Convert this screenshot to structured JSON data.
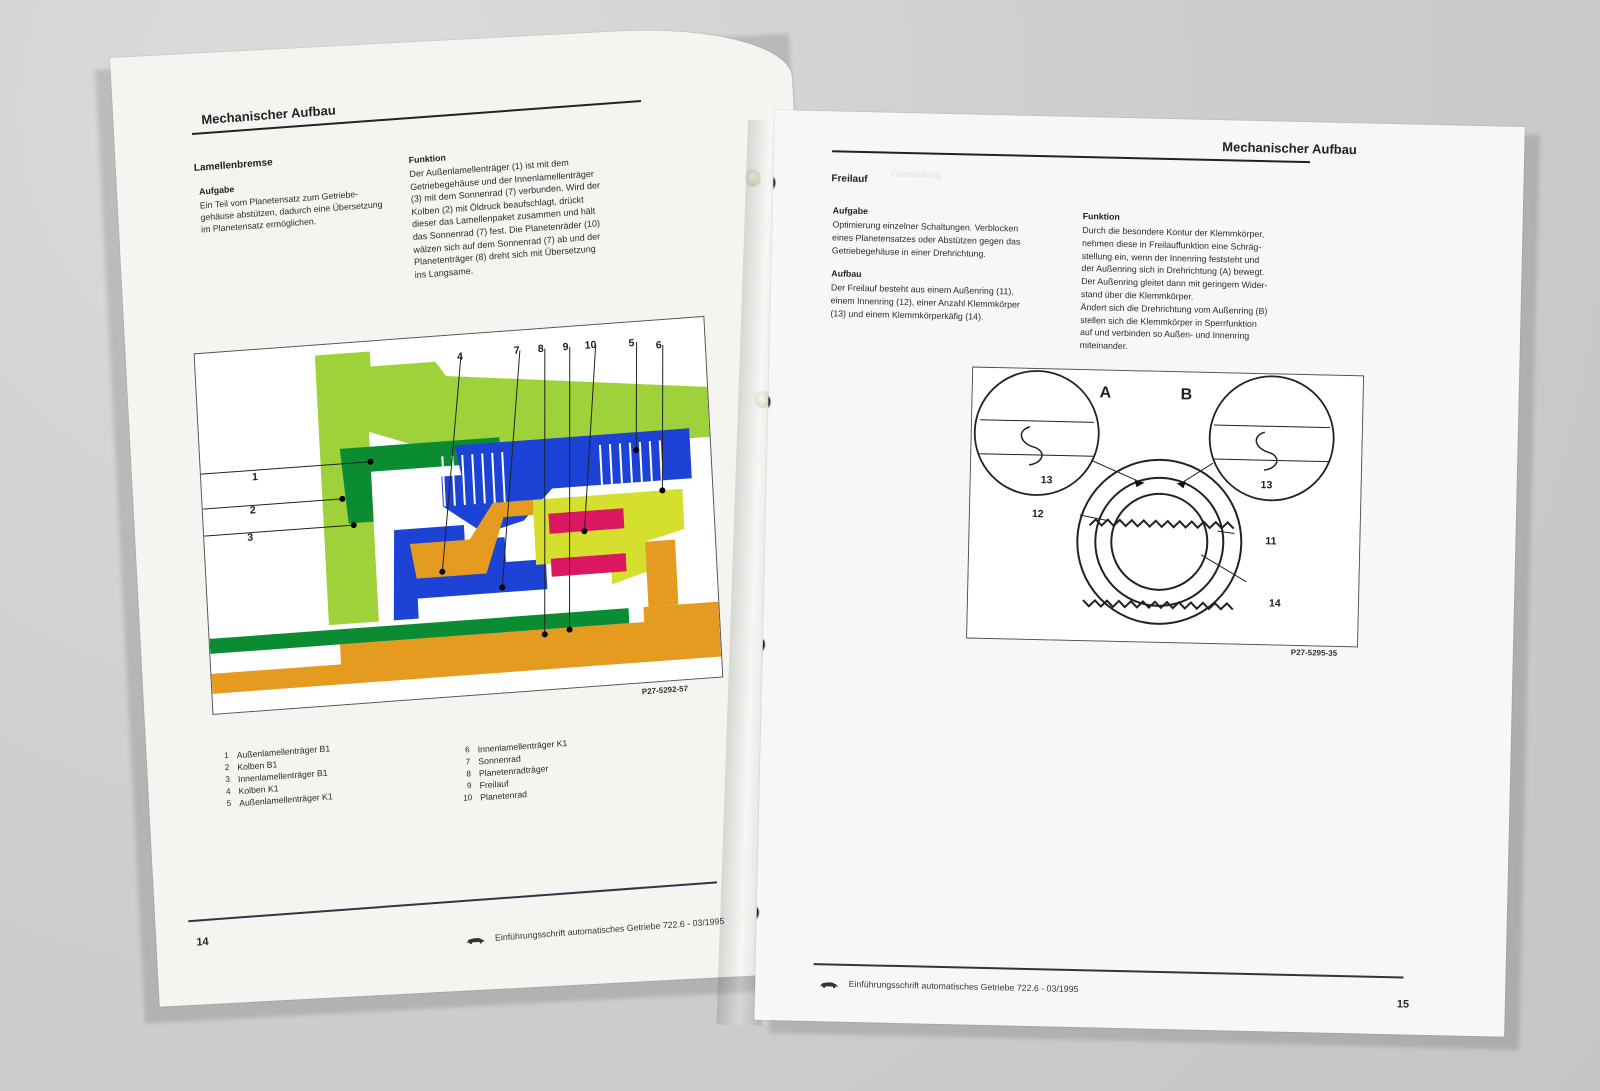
{
  "left_page": {
    "header": "Mechanischer Aufbau",
    "section_title": "Lamellenbremse",
    "aufgabe_title": "Aufgabe",
    "aufgabe_text": "Ein Teil vom Planetensatz zum Getriebe-\ngehäuse abstützen, dadurch eine Übersetzung\nim Planetensatz ermöglichen.",
    "funktion_title": "Funktion",
    "funktion_text": "Der Außenlamellenträger (1) ist mit dem\nGetriebegehäuse und der Innenlamellenträger\n(3) mit dem Sonnenrad (7) verbunden. Wird der\nKolben (2) mit Öldruck beaufschlagt, drückt\ndieser das Lamellenpaket zusammen und hält\ndas Sonnenrad (7) fest. Die Planetenräder (10)\nwälzen sich auf dem Sonnenrad (7) ab und der\nPlanetenträger (8) dreht sich mit Übersetzung\nins Langsame.",
    "diagram_code": "P27-5292-57",
    "diagram_labels": [
      "1",
      "2",
      "3",
      "4",
      "7",
      "8",
      "9",
      "10",
      "5",
      "6"
    ],
    "legend_left": [
      {
        "num": "1",
        "text": "Außenlamellenträger B1"
      },
      {
        "num": "2",
        "text": "Kolben B1"
      },
      {
        "num": "3",
        "text": "Innenlamellenträger B1"
      },
      {
        "num": "4",
        "text": "Kolben K1"
      },
      {
        "num": "5",
        "text": "Außenlamellenträger K1"
      }
    ],
    "legend_right": [
      {
        "num": "6",
        "text": "Innenlamellenträger K1"
      },
      {
        "num": "7",
        "text": "Sonnenrad"
      },
      {
        "num": "8",
        "text": "Planetenradträger"
      },
      {
        "num": "9",
        "text": "Freilauf"
      },
      {
        "num": "10",
        "text": "Planetenrad"
      }
    ],
    "page_number": "14",
    "footer": "Einführungsschrift automatisches Getriebe 722.6 - 03/1995",
    "colors": {
      "green_light": "#9fd13a",
      "green_dark": "#0c8c32",
      "blue": "#1d43d6",
      "orange": "#e59b1f",
      "yellow": "#d5df2e",
      "magenta": "#dc1761"
    }
  },
  "right_page": {
    "header": "Mechanischer Aufbau",
    "section_title": "Freilauf",
    "aufgabe_title": "Aufgabe",
    "aufgabe_text": "Optimierung einzelner Schaltungen. Verblocken\neines Planetensatzes oder Abstützen gegen das\nGetriebegehäuse in einer Drehrichtung.",
    "aufbau_title": "Aufbau",
    "aufbau_text": "Der Freilauf besteht aus einem Außenring (11),\neinem Innenring (12), einer Anzahl Klemmkörper\n(13) und einem Klemmkörperkäfig (14).",
    "funktion_title": "Funktion",
    "funktion_text": "Durch die besondere Kontur der Klemmkörper,\nnehmen diese in Freilauffunktion eine Schräg-\nstellung ein, wenn der Innenring feststeht und\nder Außenring sich in Drehrichtung (A) bewegt.\nDer Außenring gleitet dann mit geringem Wider-\nstand über die Klemmkörper.\nÄndert sich die Drehrichtung vom Außenring (B)\nstellen sich die Klemmkörper in Sperrfunktion\nauf und verbinden so Außen- und Innenring\nmiteinander.",
    "diagram_labels": {
      "A": "A",
      "B": "B",
      "n13_left": "13",
      "n13_right": "13",
      "n12": "12",
      "n11": "11",
      "n14": "14"
    },
    "diagram_code": "P27-5295-35",
    "page_number": "15",
    "footer": "Einführungsschrift automatisches Getriebe 722.6 - 03/1995"
  }
}
